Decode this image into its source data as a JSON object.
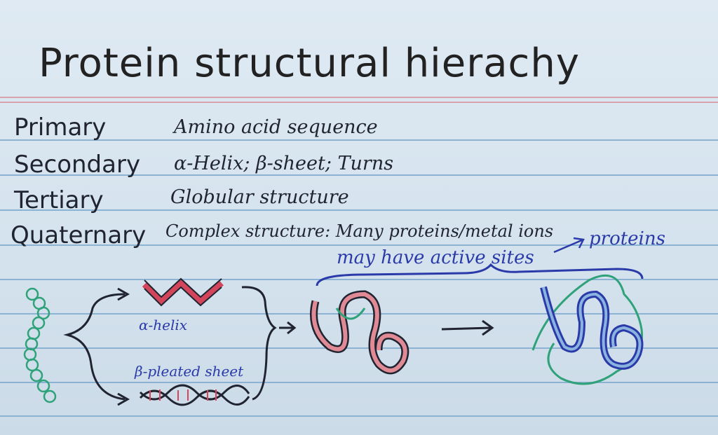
{
  "title": "Protein structural hierachy",
  "levels": [
    {
      "name": "Primary",
      "description": "Amino acid sequence"
    },
    {
      "name": "Secondary",
      "description": "α-Helix; β-sheet; Turns"
    },
    {
      "name": "Tertiary",
      "description": "Globular structure"
    },
    {
      "name": "Quaternary",
      "description": "Complex structure: Many proteins/metal ions"
    }
  ],
  "notes": {
    "active_sites": "may have active sites",
    "proteins": "proteins"
  },
  "labels": {
    "helix": "α-helix",
    "sheet": "β-pleated sheet"
  },
  "colors": {
    "ink": "#1f2430",
    "blue_ink": "#2a3aa8",
    "green_ink": "#2fa27a",
    "red_ink": "#d2455a",
    "margin_line": "#d9a3ad",
    "rule_line": "#7fa9cf"
  }
}
